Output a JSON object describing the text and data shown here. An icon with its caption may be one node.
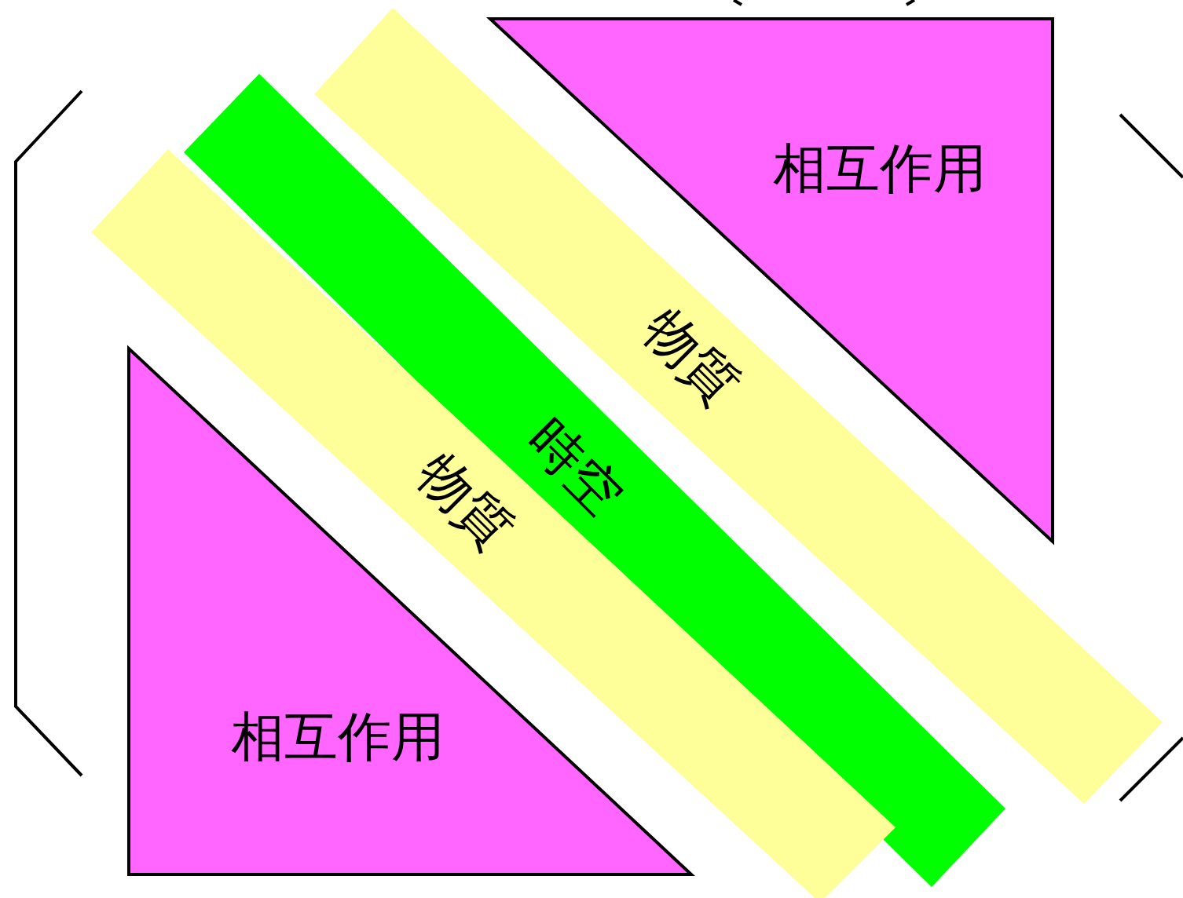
{
  "diagram": {
    "nodes": [
      {
        "text": [
          "相互作用"
        ]
      },
      {
        "text": [
          "物質"
        ]
      },
      {
        "text": [
          "時空"
        ]
      },
      {
        "text": [
          "物質"
        ]
      },
      {
        "text": [
          "相互作用"
        ]
      }
    ]
  }
}
